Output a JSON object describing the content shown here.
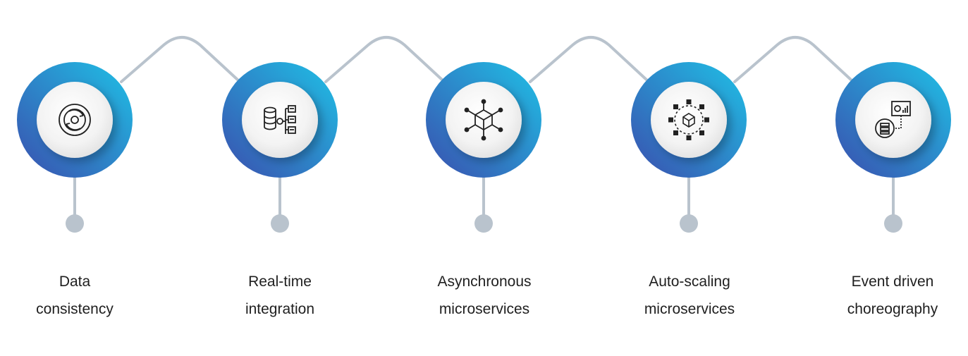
{
  "steps": [
    {
      "line1": "Data",
      "line2": "consistency",
      "icon": "sync-cycle-icon"
    },
    {
      "line1": "Real-time",
      "line2": "integration",
      "icon": "database-integration-icon"
    },
    {
      "line1": "Asynchronous",
      "line2": "microservices",
      "icon": "hexagon-network-icon"
    },
    {
      "line1": "Auto-scaling",
      "line2": "microservices",
      "icon": "cube-cluster-icon"
    },
    {
      "line1": "Event driven",
      "line2": "choreography",
      "icon": "event-dashboard-icon"
    }
  ],
  "colors": {
    "ring_start": "#1fc1e6",
    "ring_end": "#3a4fae",
    "connector": "#b9c3cd",
    "inner_disc": "#f2f2f2",
    "icon_stroke": "#222222"
  }
}
